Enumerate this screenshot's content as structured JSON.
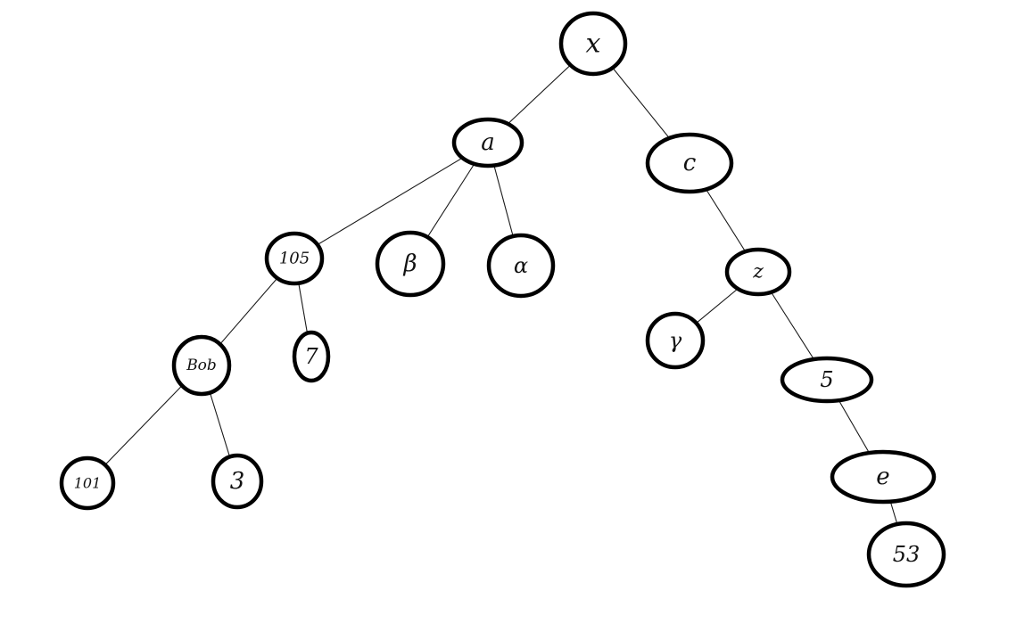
{
  "diagram": {
    "type": "tree",
    "nodes": [
      {
        "id": "x",
        "label": "x"
      },
      {
        "id": "a",
        "label": "a"
      },
      {
        "id": "c",
        "label": "c"
      },
      {
        "id": "n105",
        "label": "105"
      },
      {
        "id": "beta",
        "label": "β"
      },
      {
        "id": "alpha",
        "label": "α"
      },
      {
        "id": "z",
        "label": "z"
      },
      {
        "id": "bob",
        "label": "Bob"
      },
      {
        "id": "n7",
        "label": "7"
      },
      {
        "id": "gamma",
        "label": "γ"
      },
      {
        "id": "n5",
        "label": "5"
      },
      {
        "id": "n101",
        "label": "101"
      },
      {
        "id": "n3",
        "label": "3"
      },
      {
        "id": "e",
        "label": "e"
      },
      {
        "id": "n53",
        "label": "53"
      }
    ],
    "edges": [
      [
        "x",
        "a"
      ],
      [
        "x",
        "c"
      ],
      [
        "a",
        "n105"
      ],
      [
        "a",
        "beta"
      ],
      [
        "a",
        "alpha"
      ],
      [
        "c",
        "z"
      ],
      [
        "n105",
        "bob"
      ],
      [
        "n105",
        "n7"
      ],
      [
        "z",
        "gamma"
      ],
      [
        "z",
        "n5"
      ],
      [
        "bob",
        "n101"
      ],
      [
        "bob",
        "n3"
      ],
      [
        "n5",
        "e"
      ],
      [
        "e",
        "n53"
      ]
    ]
  }
}
